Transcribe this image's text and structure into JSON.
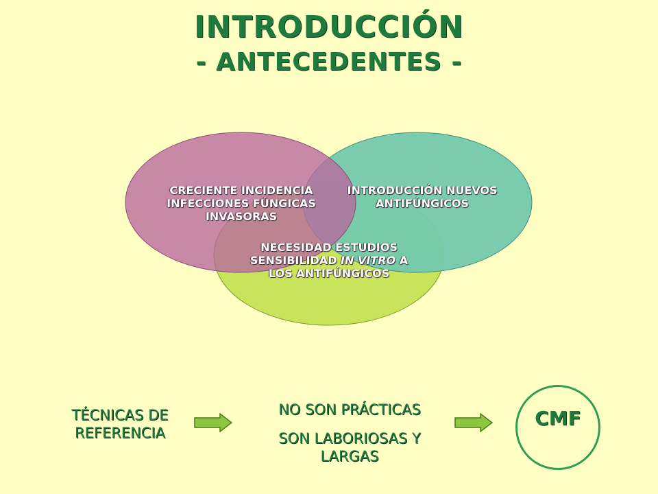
{
  "title": {
    "main": "INTRODUCCIÓN",
    "sub": "- ANTECEDENTES -"
  },
  "venn": {
    "circles": [
      {
        "name": "incidencia",
        "color": "#b9689f",
        "lines": [
          "CRECIENTE INCIDENCIA",
          "INFECCIONES FÚNGICAS",
          "INVASORAS"
        ]
      },
      {
        "name": "antifungicos",
        "color": "#74c9ad",
        "lines": [
          "INTRODUCCIÓN NUEVOS",
          "ANTIFÚNGICOS"
        ]
      },
      {
        "name": "sensibilidad",
        "color": "#c9e35a",
        "lines_parts": [
          "NECESIDAD ESTUDIOS",
          "SENSIBILIDAD ",
          "IN VITRO",
          " A",
          "LOS ANTIFÚNGICOS"
        ]
      }
    ]
  },
  "flow": {
    "left": [
      "TÉCNICAS DE",
      "REFERENCIA"
    ],
    "middle_top": "NO SON PRÁCTICAS",
    "middle_bottom": [
      "SON LABORIOSAS Y",
      "LARGAS"
    ],
    "result": "CMF",
    "arrow_color": "#8dc63f"
  }
}
